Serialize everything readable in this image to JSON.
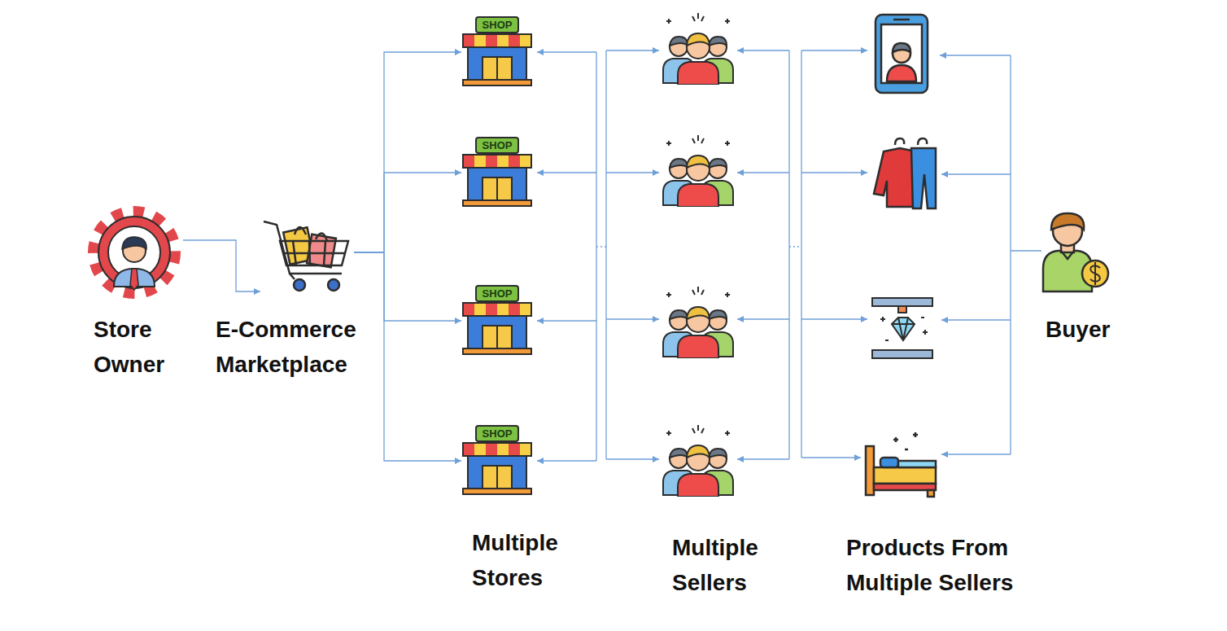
{
  "diagram": {
    "nodes": [
      {
        "text": [
          "Store Owner"
        ]
      },
      {
        "text": [
          "E-Commerce Marketplace"
        ]
      },
      {
        "text": [
          "SHOP"
        ]
      },
      {
        "text": [
          "SHOP"
        ]
      },
      {
        "text": [
          "SHOP"
        ]
      },
      {
        "text": [
          "SHOP"
        ]
      },
      {
        "text": [
          "Buyer"
        ]
      }
    ],
    "edges": [
      {
        "from": 0,
        "to": 1,
        "arrow": "to"
      },
      {
        "from": 1,
        "to": 2,
        "arrow": "to"
      },
      {
        "from": 1,
        "to": 3,
        "arrow": "to"
      },
      {
        "from": 1,
        "to": 4,
        "arrow": "to"
      },
      {
        "from": 1,
        "to": 5,
        "arrow": "to"
      }
    ],
    "labels": [
      "Multiple Stores",
      "Multiple Sellers",
      "Products From Multiple Sellers"
    ]
  }
}
